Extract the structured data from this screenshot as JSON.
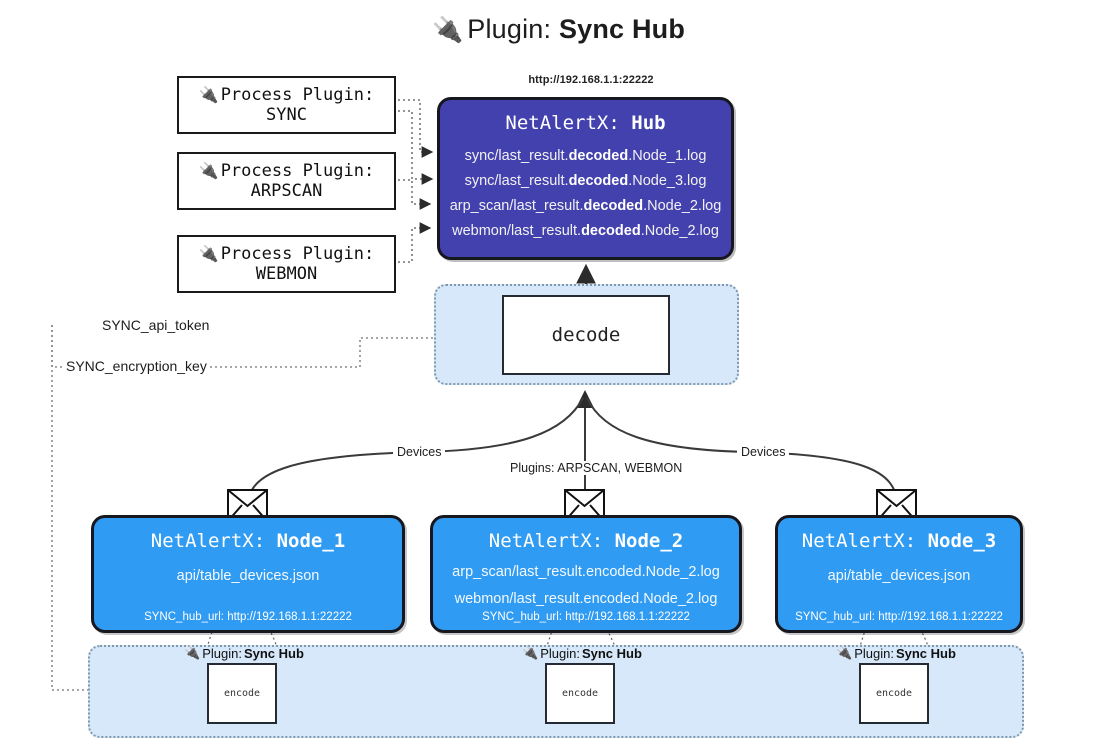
{
  "title": {
    "icon": "plug-icon",
    "prefix": "Plugin:",
    "name": "Sync Hub"
  },
  "process_plugins": [
    {
      "icon": "plug-icon",
      "label": "Process Plugin:",
      "name": "SYNC"
    },
    {
      "icon": "plug-icon",
      "label": "Process Plugin:",
      "name": "ARPSCAN"
    },
    {
      "icon": "plug-icon",
      "label": "Process Plugin:",
      "name": "WEBMON"
    }
  ],
  "hub": {
    "url": "http://192.168.1.1:22222",
    "title_prefix": "NetAlertX:",
    "title_name": "Hub",
    "lines": [
      {
        "pre": "sync/last_result.",
        "strong": "decoded",
        "post": ".Node_1.log"
      },
      {
        "pre": "sync/last_result.",
        "strong": "decoded",
        "post": ".Node_3.log"
      },
      {
        "pre": "arp_scan/last_result.",
        "strong": "decoded",
        "post": ".Node_2.log"
      },
      {
        "pre": "webmon/last_result.",
        "strong": "decoded",
        "post": ".Node_2.log"
      }
    ]
  },
  "decode": {
    "label": "decode"
  },
  "tokens": [
    {
      "label": "SYNC_api_token"
    },
    {
      "label": "SYNC_encryption_key"
    }
  ],
  "edge_labels": {
    "left_devices": "Devices",
    "right_devices": "Devices",
    "center_plugins": "Plugins: ARPSCAN, WEBMON"
  },
  "nodes": [
    {
      "title_prefix": "NetAlertX:",
      "title_name": "Node_1",
      "lines": [
        "api/table_devices.json"
      ],
      "footer": "SYNC_hub_url: http://192.168.1.1:22222"
    },
    {
      "title_prefix": "NetAlertX:",
      "title_name": "Node_2",
      "lines": [
        "arp_scan/last_result.encoded.Node_2.log",
        "webmon/last_result.encoded.Node_2.log"
      ],
      "footer": "SYNC_hub_url: http://192.168.1.1:22222"
    },
    {
      "title_prefix": "NetAlertX:",
      "title_name": "Node_3",
      "lines": [
        "api/table_devices.json"
      ],
      "footer": "SYNC_hub_url: http://192.168.1.1:22222"
    }
  ],
  "encoders": [
    {
      "icon": "plug-icon",
      "prefix": "Plugin:",
      "name": "Sync Hub",
      "box_label": "encode"
    },
    {
      "icon": "plug-icon",
      "prefix": "Plugin:",
      "name": "Sync Hub",
      "box_label": "encode"
    },
    {
      "icon": "plug-icon",
      "prefix": "Plugin:",
      "name": "Sync Hub",
      "box_label": "encode"
    }
  ],
  "colors": {
    "hub": "#4341ad",
    "node": "#2f9bf2",
    "group": "#d6e8fa",
    "group_border": "#7f98ad",
    "stroke": "#17171f",
    "background": "#ffffff"
  }
}
